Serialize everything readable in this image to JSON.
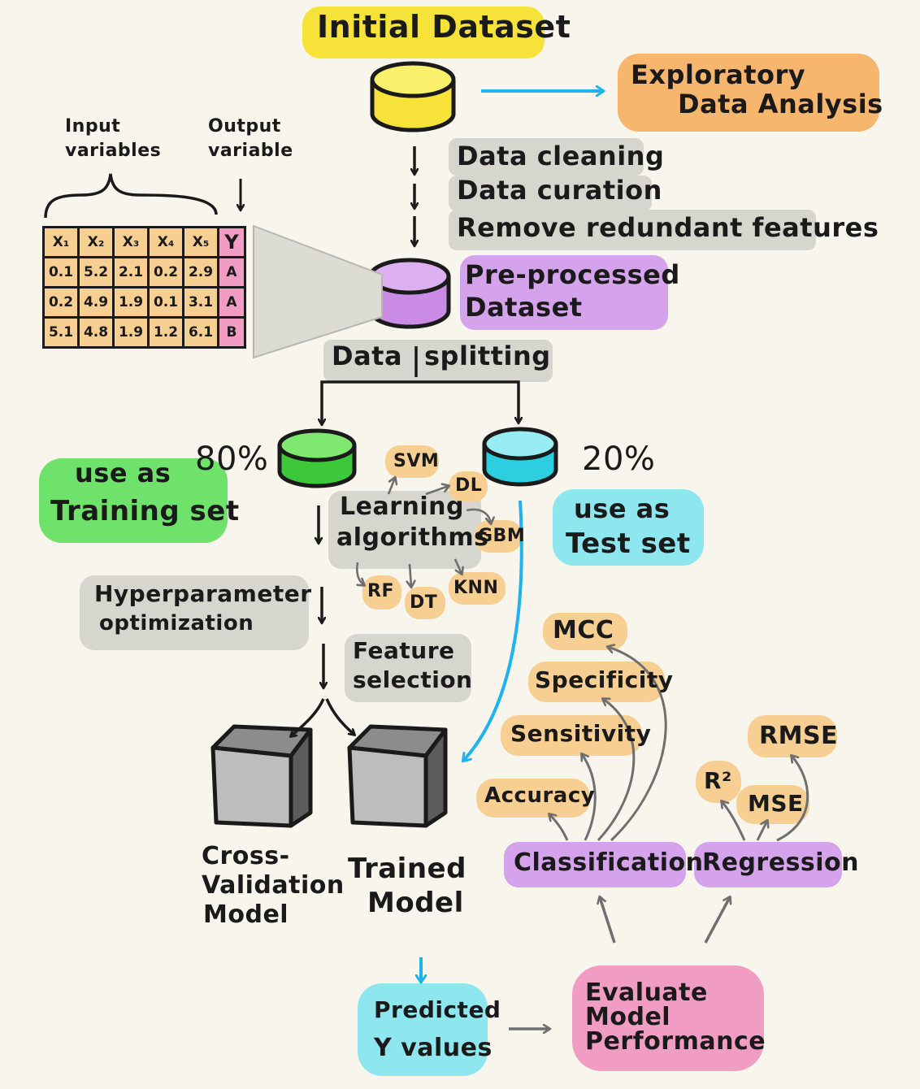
{
  "title": "Initial Dataset",
  "eda": {
    "line1": "Exploratory",
    "line2": "Data Analysis"
  },
  "table": {
    "input_label_1": "Input",
    "input_label_2": "variables",
    "output_label_1": "Output",
    "output_label_2": "variable",
    "headers": [
      "X₁",
      "X₂",
      "X₃",
      "X₄",
      "X₅",
      "Y"
    ],
    "rows": [
      [
        "0.1",
        "5.2",
        "2.1",
        "0.2",
        "2.9",
        "A"
      ],
      [
        "0.2",
        "4.9",
        "1.9",
        "0.1",
        "3.1",
        "A"
      ],
      [
        "5.1",
        "4.8",
        "1.9",
        "1.2",
        "6.1",
        "B"
      ]
    ]
  },
  "steps": [
    "Data cleaning",
    "Data curation",
    "Remove redundant features"
  ],
  "preprocessed": {
    "line1": "Pre-processed",
    "line2": "Dataset"
  },
  "splitting": {
    "left": "Data",
    "right": "splitting"
  },
  "train": {
    "percent": "80%",
    "line1": "use as",
    "line2": "Training set"
  },
  "test": {
    "percent": "20%",
    "line1": "use as",
    "line2": "Test set"
  },
  "learning": {
    "line1": "Learning",
    "line2": "algorithms"
  },
  "algorithms": [
    "SVM",
    "DL",
    "GBM",
    "KNN",
    "RF",
    "DT"
  ],
  "hyper": {
    "line1": "Hyperparameter",
    "line2": "optimization"
  },
  "feature": {
    "line1": "Feature",
    "line2": "selection"
  },
  "cv_model": {
    "line1": "Cross-",
    "line2": "Validation",
    "line3": "Model"
  },
  "trained_model": {
    "line1": "Trained",
    "line2": "Model"
  },
  "predicted": {
    "line1": "Predicted",
    "line2": "Y values"
  },
  "evaluate": {
    "line1": "Evaluate",
    "line2": "Model",
    "line3": "Performance"
  },
  "classification": "Classification",
  "regression": "Regression",
  "class_metrics": {
    "mcc": "MCC",
    "specificity": "Specificity",
    "sensitivity": "Sensitivity",
    "accuracy": "Accuracy"
  },
  "reg_metrics": {
    "rmse": "RMSE",
    "r2": "R²",
    "mse": "MSE"
  },
  "colors": {
    "yellow": "#f7e23a",
    "orange": "#f7b66d",
    "purple": "#d5a2ec",
    "green": "#6ee26a",
    "cyan": "#8ee6ee",
    "pink": "#f19cc2",
    "gray_hl": "#d6d6cf",
    "blue_arrow": "#1fb3ee",
    "gray_arrow": "#6f6f6f",
    "background": "#f8f6ec"
  }
}
